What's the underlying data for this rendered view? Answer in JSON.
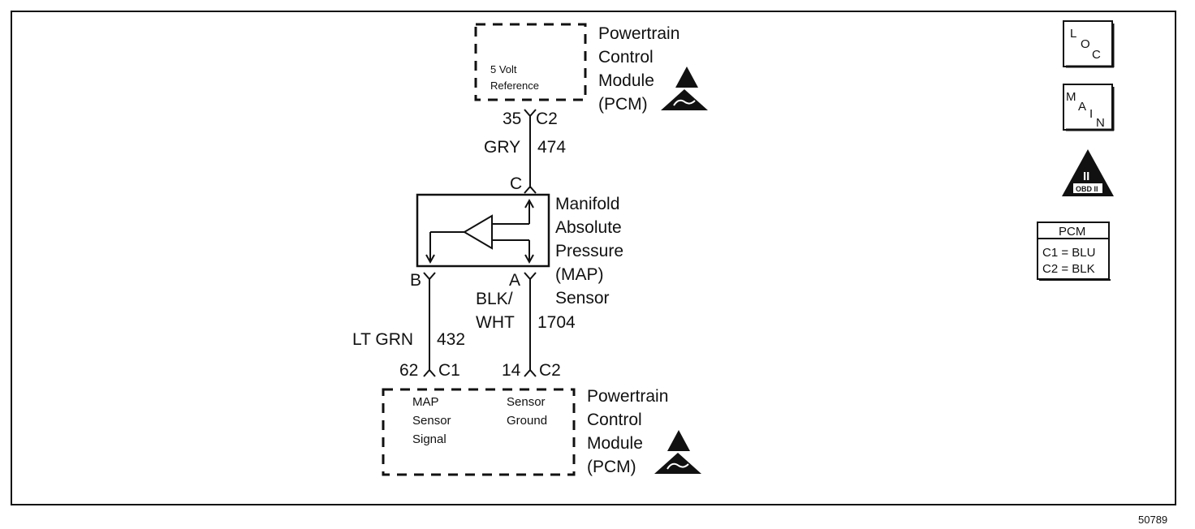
{
  "pcm_top": {
    "box_text": [
      "5 Volt",
      "Reference"
    ],
    "name": [
      "Powertrain",
      "Control",
      "Module",
      "(PCM)"
    ],
    "pin": "35",
    "connector": "C2"
  },
  "wire_top": {
    "color": "GRY",
    "circuit": "474"
  },
  "sensor": {
    "name": [
      "Manifold",
      "Absolute",
      "Pressure",
      "(MAP)",
      "Sensor"
    ],
    "terminal_c": "C",
    "terminal_b": "B",
    "terminal_a": "A"
  },
  "wire_b": {
    "color": "LT GRN",
    "circuit": "432"
  },
  "wire_a": {
    "color": [
      "BLK/",
      "WHT"
    ],
    "circuit": "1704"
  },
  "pcm_bottom": {
    "pin_b": "62",
    "conn_b": "C1",
    "pin_a": "14",
    "conn_a": "C2",
    "signal_text": [
      "MAP",
      "Sensor",
      "Signal"
    ],
    "ground_text": [
      "Sensor",
      "Ground"
    ],
    "name": [
      "Powertrain",
      "Control",
      "Module",
      "(PCM)"
    ]
  },
  "side_icons": {
    "loc": [
      "L",
      "O",
      "C"
    ],
    "main": [
      "M",
      "A",
      "I",
      "N"
    ],
    "obd": {
      "roman": "II",
      "label": "OBD II"
    },
    "pcm_table": {
      "header": "PCM",
      "rows": [
        "C1 = BLU",
        "C2 = BLK"
      ]
    }
  },
  "figure_number": "50789"
}
